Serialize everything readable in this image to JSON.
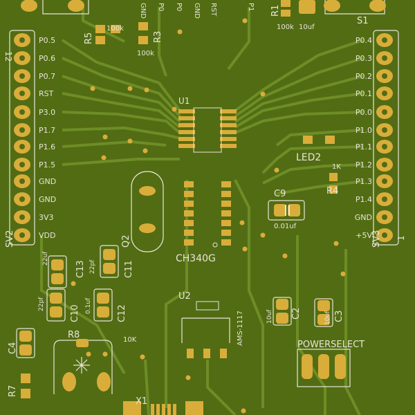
{
  "colors": {
    "board": "#526c14",
    "trace": "#6a8a22",
    "copper": "#d9ad3a",
    "silk": "#e8e6d6",
    "void": "#3a4d0e"
  },
  "components": {
    "u1": "U1",
    "u2": "U2",
    "ch340g": "CH340G",
    "ams1117": "AMS-1117",
    "led2": "LED2",
    "sv2": "SV2",
    "sv3": "SV3",
    "s1": "S1",
    "q2": "Q2",
    "x1": "X1",
    "powerselect": "POWERSELECT",
    "r1": "R1",
    "r3": "R3",
    "r4": "R4",
    "r5": "R5",
    "r7": "R7",
    "r8": "R8",
    "c2": "C2",
    "c3": "C3",
    "c4": "C4",
    "c9": "C9",
    "c10": "C10",
    "c11": "C11",
    "c12": "C12",
    "c13": "C13"
  },
  "values": {
    "r5": "100k",
    "r3": "100k",
    "r1a": "100k",
    "r1b": "10uf",
    "c9": "0.01uf",
    "c2": "10uf",
    "c3": "10uf",
    "c13": "22uf",
    "c11": "22pf",
    "c10": "22pf",
    "c12": "0.1uf",
    "r8": "10K",
    "r4": "1K"
  },
  "pins": {
    "left": [
      "P0.5",
      "P0.6",
      "P0.7",
      "RST",
      "P3.0",
      "P1.7",
      "P1.6",
      "P1.5",
      "GND",
      "GND",
      "3V3",
      "VDD"
    ],
    "right": [
      "P0.4",
      "P0.3",
      "P0.2",
      "P0.1",
      "P0.0",
      "P1.0",
      "P1.1",
      "P1.2",
      "P1.3",
      "P1.4",
      "GND",
      "+5V"
    ],
    "top": [
      "GND",
      "P0",
      "P0",
      "GND",
      "RST",
      "P1"
    ],
    "header_left_num": "12",
    "header_right_num": "1"
  }
}
